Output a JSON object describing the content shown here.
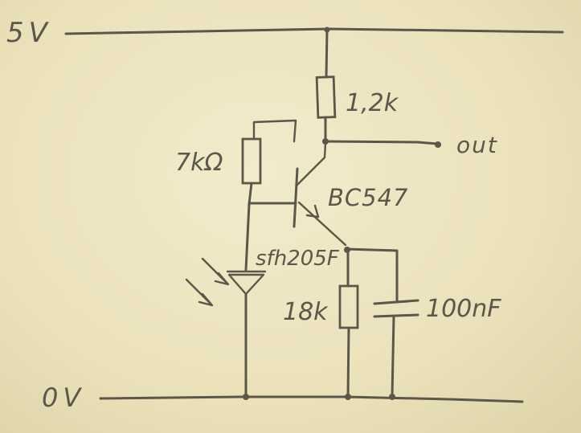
{
  "rails": {
    "top": "5V",
    "bottom": "0V"
  },
  "components": {
    "collector_resistor": "1,2k",
    "base_resistor": "7kΩ",
    "transistor": "BC547",
    "photodiode": "sfh205F",
    "emitter_resistor": "18k",
    "capacitor": "100nF"
  },
  "output": {
    "label": "out"
  },
  "colors": {
    "ink": "#5b574a",
    "paper": "#efe7c4"
  }
}
